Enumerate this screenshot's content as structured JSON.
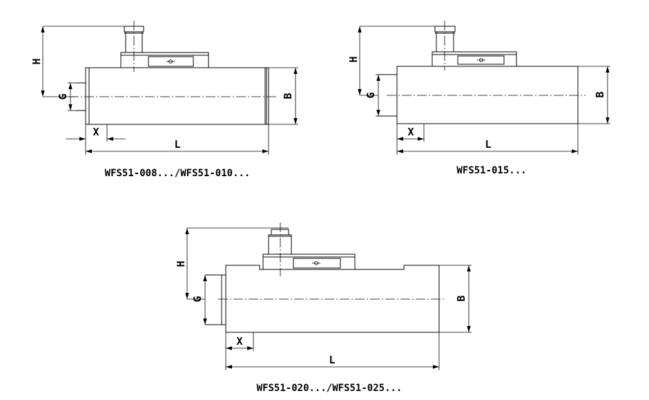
{
  "colors": {
    "line": "#000000",
    "background": "#ffffff"
  },
  "views": [
    {
      "caption": "WFS51-008.../WFS51-010...",
      "dims": {
        "H": "H",
        "G": "G",
        "B": "B",
        "X": "X",
        "L": "L"
      }
    },
    {
      "caption": "WFS51-015...",
      "dims": {
        "H": "H",
        "G": "G",
        "B": "B",
        "X": "X",
        "L": "L"
      }
    },
    {
      "caption": "WFS51-020.../WFS51-025...",
      "dims": {
        "H": "H",
        "G": "G",
        "B": "B",
        "X": "X",
        "L": "L"
      }
    }
  ]
}
